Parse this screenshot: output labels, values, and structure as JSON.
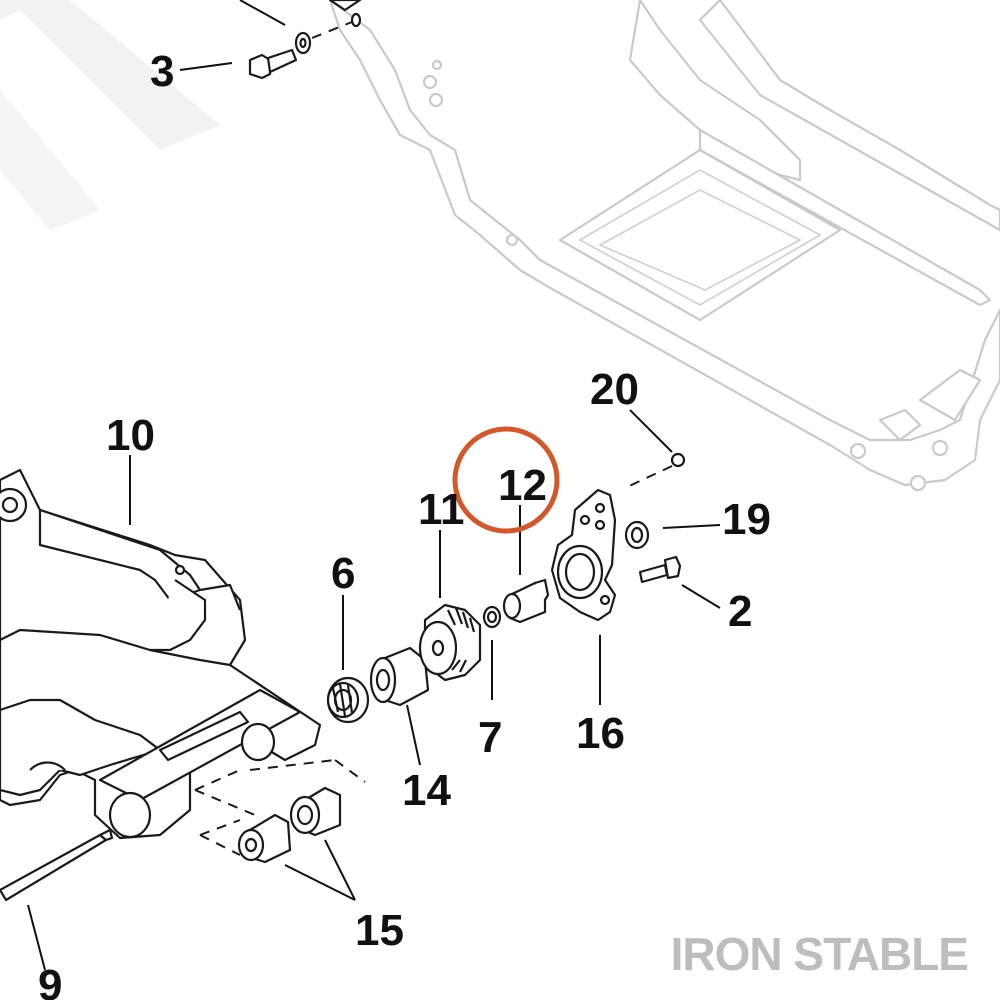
{
  "diagram": {
    "watermark_text": "IRON STABLE",
    "highlight_color": "#d4572a",
    "highlighted_callout": "12",
    "callouts": {
      "c3": "3",
      "c10": "10",
      "c6": "6",
      "c11": "11",
      "c12": "12",
      "c20": "20",
      "c19": "19",
      "c2": "2",
      "c7": "7",
      "c16": "16",
      "c14": "14",
      "c15": "15",
      "c9": "9"
    }
  }
}
